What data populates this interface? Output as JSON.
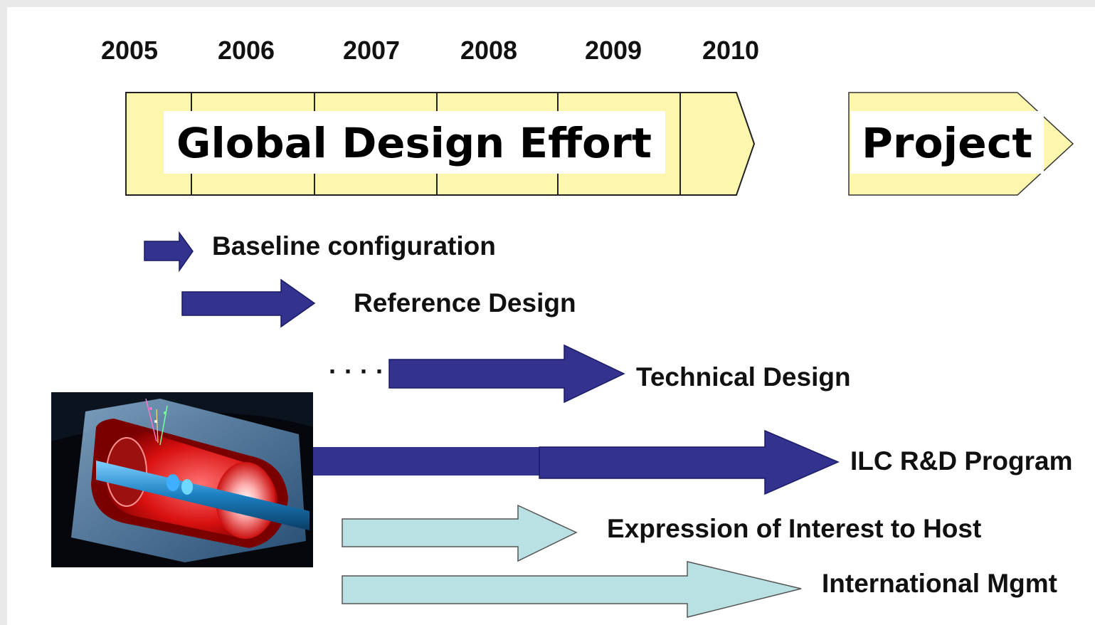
{
  "years": [
    "2005",
    "2006",
    "2007",
    "2008",
    "2009",
    "2010"
  ],
  "banners": {
    "gde": "Global Design Effort",
    "project": "Project"
  },
  "arrows": {
    "baseline": "Baseline configuration",
    "reference": "Reference Design",
    "technical": "Technical Design",
    "technical_dots": "· · · ·",
    "ilc_rd": "ILC R&D Program",
    "eoi_host": "Expression of Interest  to Host",
    "intl_mgmt": "International Mgmt"
  },
  "colors": {
    "banner_fill": "#fdf7ae",
    "dark_arrow": "#33338f",
    "light_arrow": "#b9e0e3",
    "background": "#ffffff"
  },
  "image": {
    "subject": "detector-cutaway"
  }
}
